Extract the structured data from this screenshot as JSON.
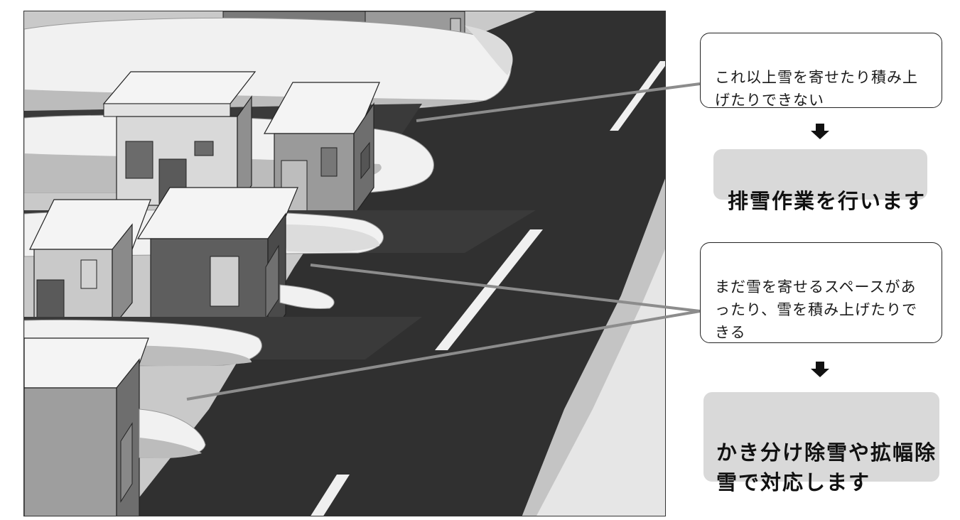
{
  "callouts": [
    {
      "text": "これ以上雪を寄せたり積み上げたりできない",
      "result": "排雪作業を行います"
    },
    {
      "text": "まだ雪を寄せるスペースがあったり、雪を積み上げたりできる",
      "result": "かき分け除雪や拡幅除雪で対応します"
    }
  ],
  "colors": {
    "road": "#303030",
    "snow": "#f1f1f1",
    "snow_shadow": "#bcbcbc",
    "callout_fill": "#d9d9d9",
    "leader_line": "#8c8c8c"
  }
}
